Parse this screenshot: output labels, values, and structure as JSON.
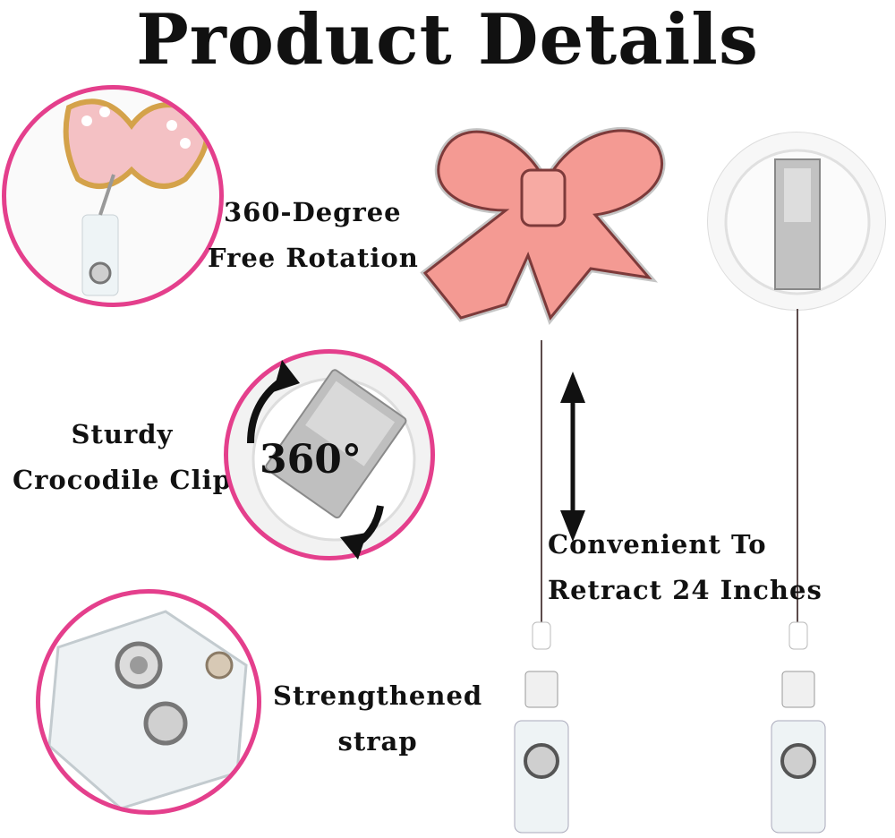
{
  "title": "Product Details",
  "features": {
    "rotation": {
      "line1": "360-Degree",
      "line2": "Free Rotation"
    },
    "clip": {
      "line1": "Sturdy",
      "line2": "Crocodile Clip",
      "badge": "360°"
    },
    "strap": {
      "line1": "Strengthened",
      "line2": "strap"
    },
    "retract": {
      "line1": "Convenient To",
      "line2": "Retract 24 Inches"
    }
  },
  "colors": {
    "accent_ring": "#e43f8c",
    "bow_fill": "#f49a93",
    "bow_outline": "#7d3a3a"
  },
  "icons": [
    "rotation-arrows-icon",
    "double-arrow-icon",
    "bow-icon",
    "badge-reel-icon"
  ]
}
